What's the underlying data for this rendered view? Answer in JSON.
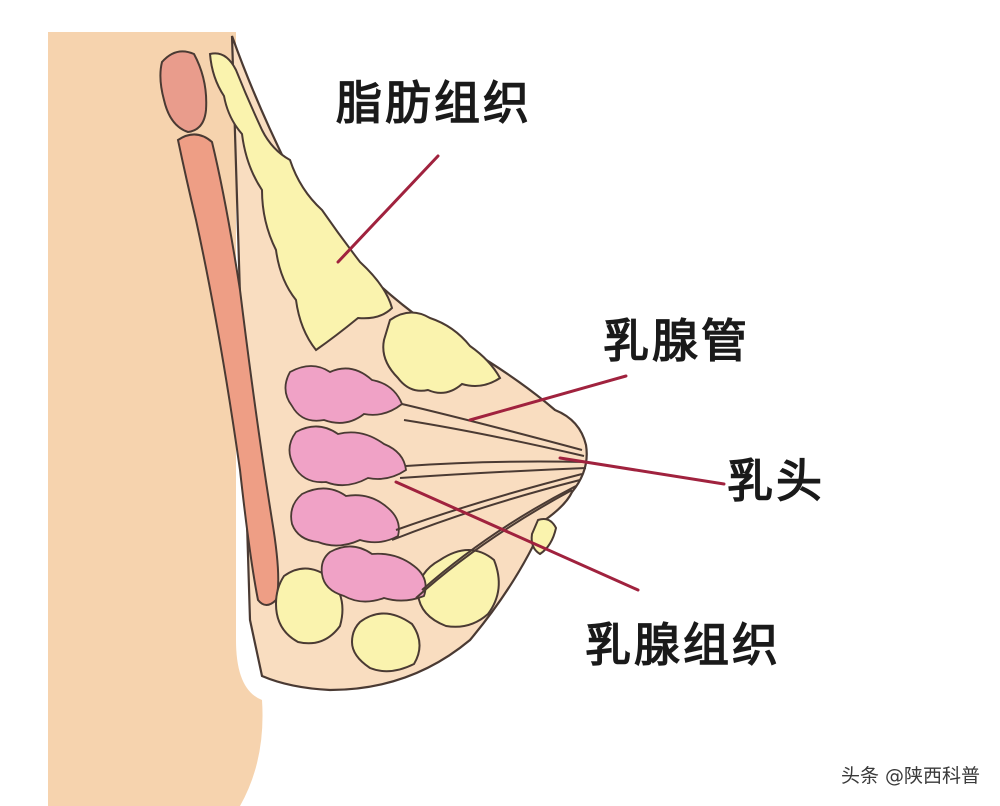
{
  "labels": {
    "fat_tissue": "脂肪组织",
    "milk_duct": "乳腺管",
    "nipple": "乳头",
    "glandular_tissue": "乳腺组织"
  },
  "watermark": "头条 @陕西科普",
  "colors": {
    "skin": "#F6D3AE",
    "breast_fill": "#F9DDC0",
    "fat": "#FAF3AE",
    "muscle": "#EE9E85",
    "rib": "#E99C8C",
    "gland": "#F0A2C6",
    "leader_line": "#A0223E",
    "outline": "#4a3a33"
  }
}
